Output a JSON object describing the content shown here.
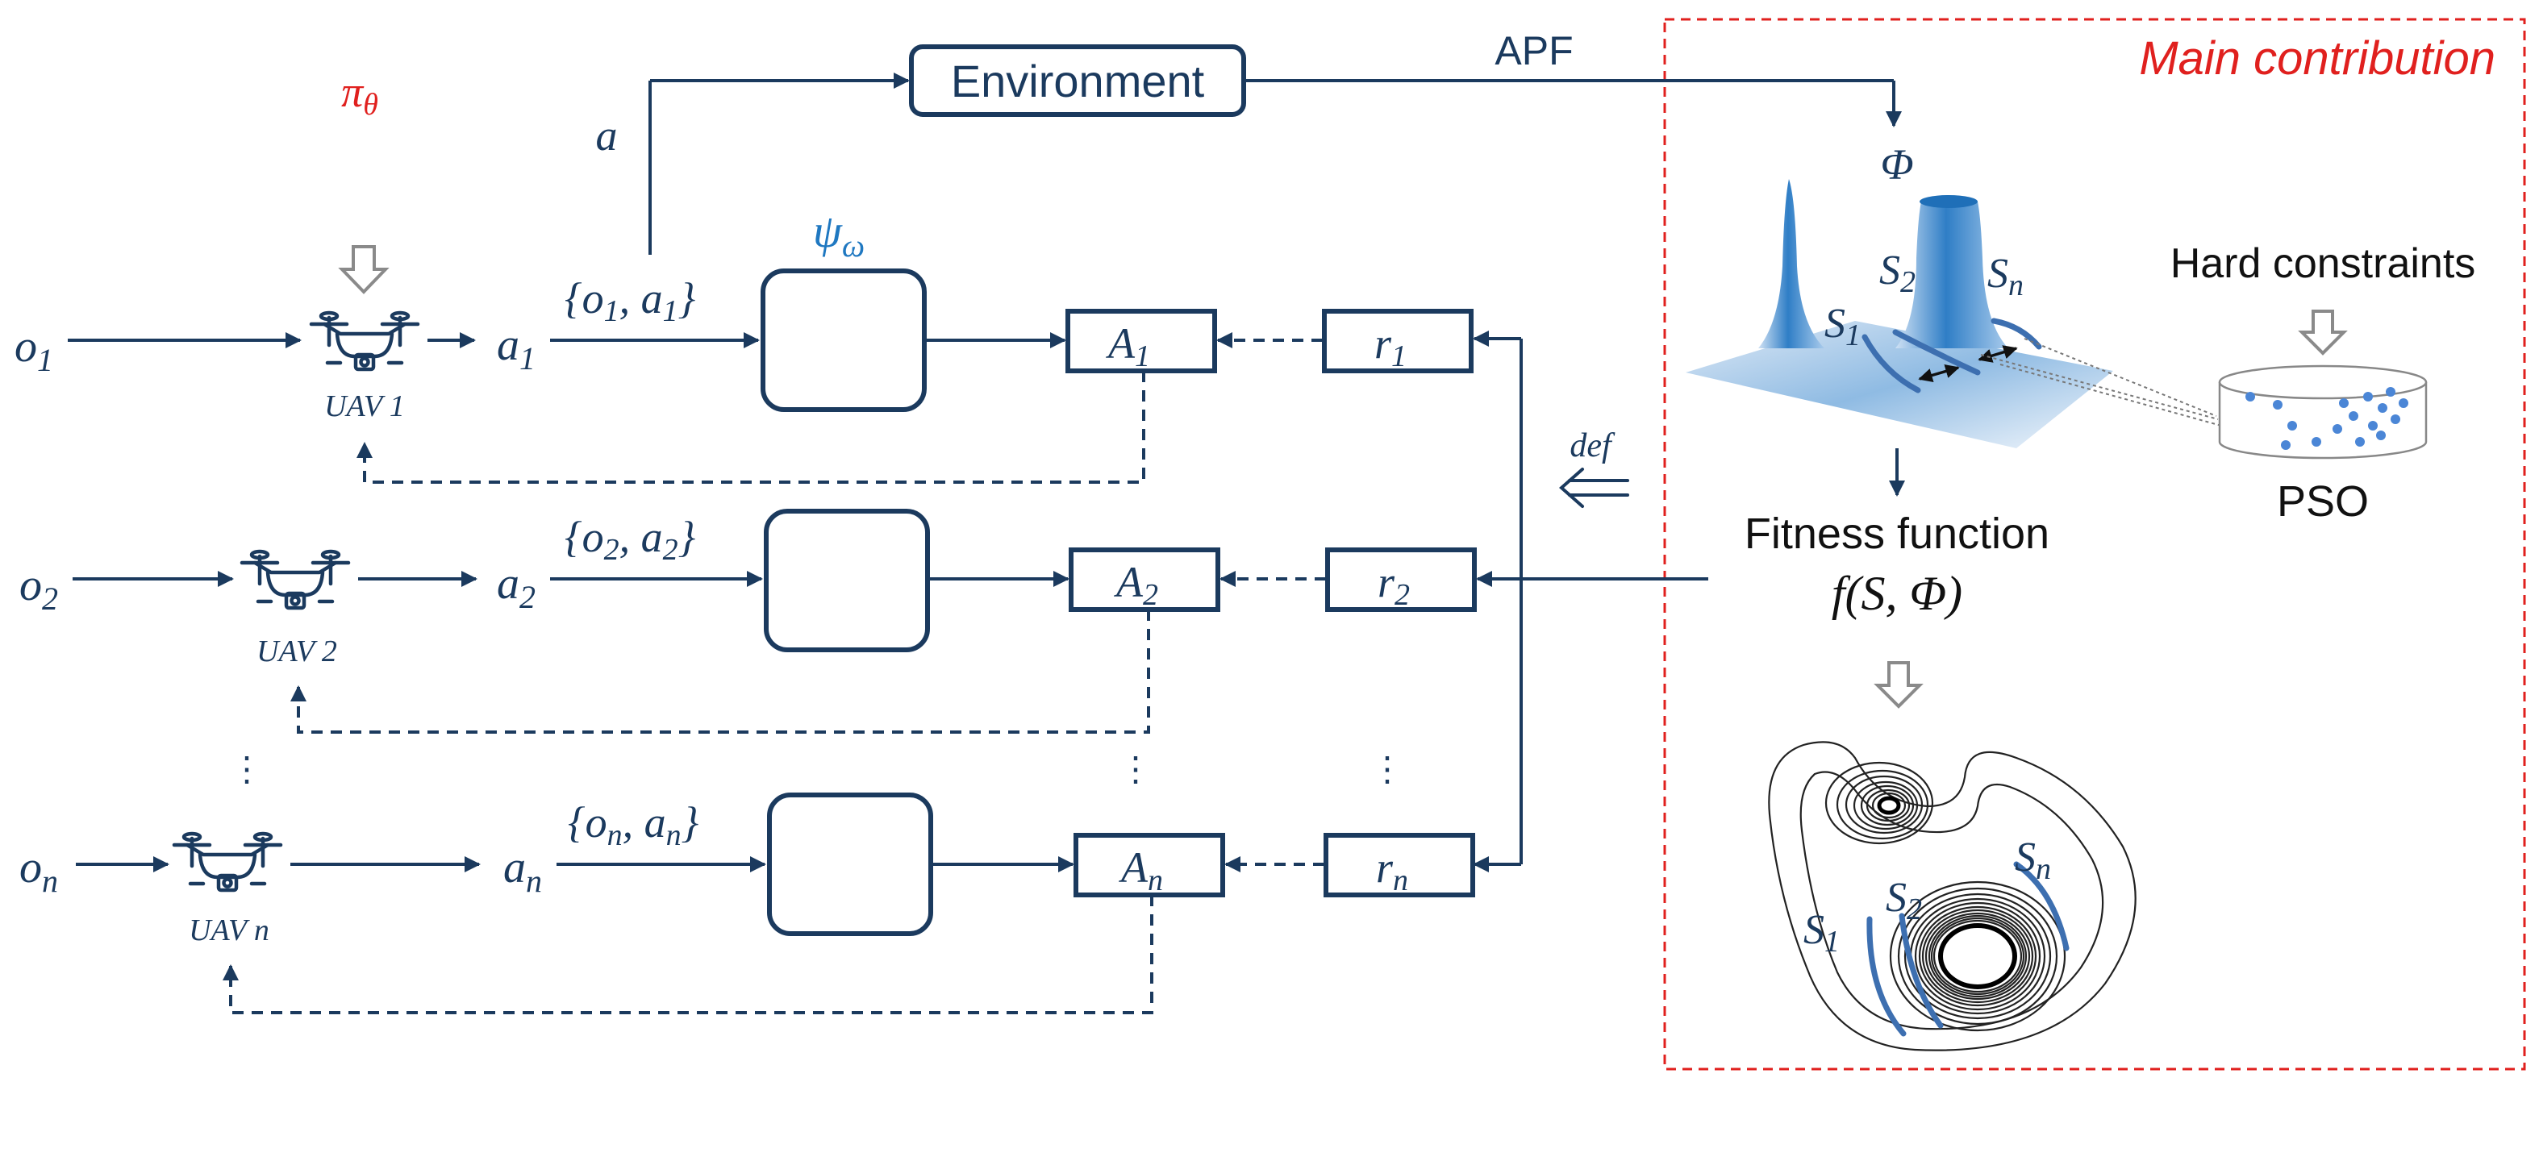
{
  "labels": {
    "environment": "Environment",
    "apf": "APF",
    "action": "a",
    "phi": "Φ",
    "main_contribution": "Main contribution",
    "hard_constraints": "Hard constraints",
    "pso": "PSO",
    "fitness_function": "Fitness function",
    "fitness_formula": "f(S, Φ)",
    "def": "def",
    "pi_base": "π",
    "pi_sub": "θ",
    "psi_base": "ψ",
    "psi_sub": "ω",
    "vdots": "⋮"
  },
  "surface_labels": {
    "s1": {
      "base": "S",
      "sub": "1"
    },
    "s2": {
      "base": "S",
      "sub": "2"
    },
    "sn": {
      "base": "S",
      "sub": "n"
    }
  },
  "rows": [
    {
      "obs": "o",
      "obs_sub": "1",
      "uav": "UAV 1",
      "act": "a",
      "act_sub": "1",
      "pair_o_sub": "1",
      "pair_a_sub": "1",
      "adv_sub": "1",
      "rew_sub": "1"
    },
    {
      "obs": "o",
      "obs_sub": "2",
      "uav": "UAV 2",
      "act": "a",
      "act_sub": "2",
      "pair_o_sub": "2",
      "pair_a_sub": "2",
      "adv_sub": "2",
      "rew_sub": "2"
    },
    {
      "obs": "o",
      "obs_sub": "n",
      "uav": "UAV n",
      "act": "a",
      "act_sub": "n",
      "pair_o_sub": "n",
      "pair_a_sub": "n",
      "adv_sub": "n",
      "rew_sub": "n"
    }
  ],
  "row_labels": {
    "adv": "A",
    "rew": "r",
    "pair_o": "o",
    "pair_a": "a"
  },
  "colors": {
    "navy": "#1b3a5e",
    "policy_red": "#e0201e",
    "critic_blue": "#1f78c1",
    "contribution_red": "#e0201e",
    "curve_blue": "#3d6fb0"
  }
}
